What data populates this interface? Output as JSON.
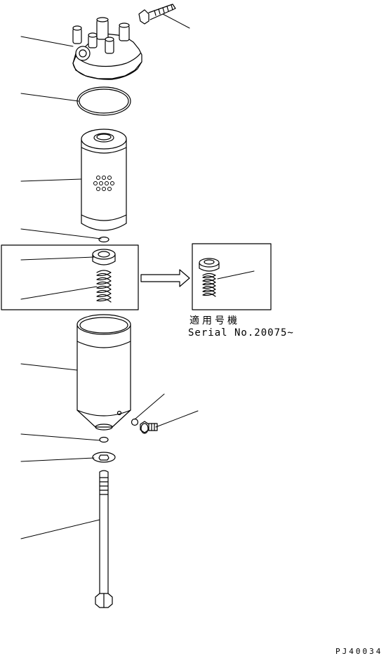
{
  "notes": {
    "applicable_label": "適用号機",
    "serial_label": "Serial No.20075~"
  },
  "drawing_number": "PJ40034",
  "colors": {
    "line": "#000000",
    "background": "#ffffff"
  },
  "parts": [
    "filter-head",
    "mounting-bolt",
    "o-ring",
    "filter-element",
    "small-seal",
    "spring-seat",
    "spring",
    "filter-case",
    "drain-seal",
    "drain-plug",
    "case-seal",
    "washer",
    "center-bolt"
  ]
}
